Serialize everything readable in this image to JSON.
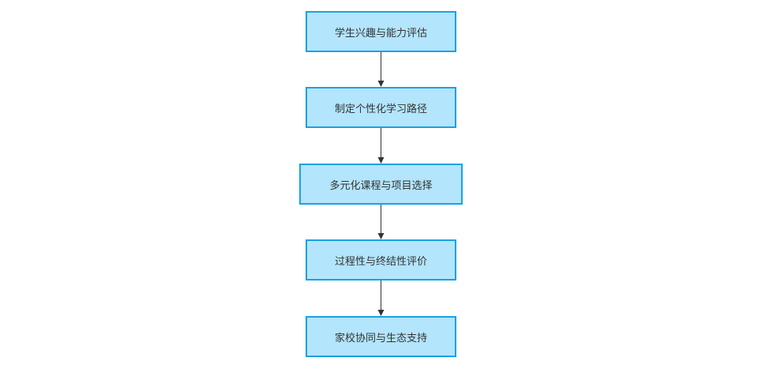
{
  "nodes": [
    {
      "label": "学生兴趣与能力评估"
    },
    {
      "label": "制定个性化学习路径"
    },
    {
      "label": "多元化课程与项目选择"
    },
    {
      "label": "过程性与终结性评价"
    },
    {
      "label": "家校协同与生态支持"
    }
  ],
  "colors": {
    "node_fill": "#b3e5fc",
    "node_border": "#1ba1e2",
    "edge": "#333333",
    "text": "#333333"
  }
}
